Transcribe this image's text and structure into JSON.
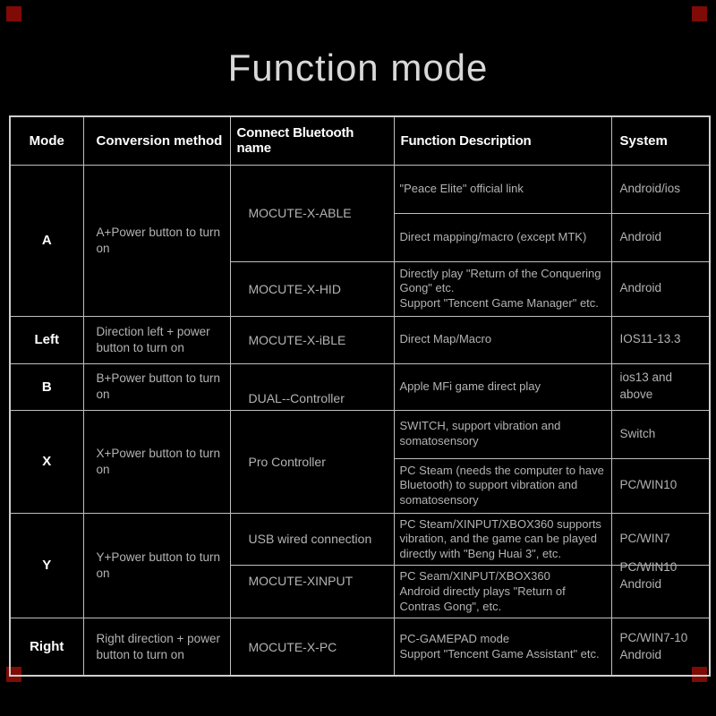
{
  "title": "Function mode",
  "colors": {
    "background": "#000000",
    "table_border": "#cfcfcf",
    "header_text": "#ffffff",
    "cell_text": "#b3b3b3",
    "corner_marker": "#7e0b06"
  },
  "table": {
    "headers": [
      "Mode",
      "Conversion method",
      "Connect Bluetooth name",
      "Function Description",
      "System"
    ],
    "groups": [
      {
        "mode": "A",
        "conversion": "A+Power button to turn on",
        "bluetooth": [
          "MOCUTE-X-ABLE",
          "MOCUTE-X-HID"
        ],
        "rows": [
          {
            "description": "\"Peace Elite\" official link",
            "system": "Android/ios"
          },
          {
            "description": "Direct mapping/macro (except MTK)",
            "system": "Android"
          },
          {
            "description": "Directly play \"Return of the Conquering Gong\" etc.\nSupport \"Tencent Game Manager\" etc.",
            "system": "Android"
          }
        ]
      },
      {
        "mode": "Left",
        "conversion": "Direction left + power button to turn on",
        "bluetooth": [
          "MOCUTE-X-iBLE"
        ],
        "rows": [
          {
            "description": "Direct Map/Macro",
            "system": "IOS11-13.3"
          }
        ]
      },
      {
        "mode": "B",
        "conversion": "B+Power button to turn on",
        "bluetooth": [
          "DUAL--Controller"
        ],
        "rows": [
          {
            "description": "Apple MFi game direct play",
            "system": "ios13 and above"
          }
        ]
      },
      {
        "mode": "X",
        "conversion": "X+Power button to turn on",
        "bluetooth": [
          "Pro Controller"
        ],
        "rows": [
          {
            "description": "SWITCH, support vibration and somatosensory",
            "system": "Switch"
          },
          {
            "description": "PC Steam (needs the computer to have Bluetooth) to support vibration and somatosensory",
            "system": "PC/WIN10"
          }
        ]
      },
      {
        "mode": "Y",
        "conversion": "Y+Power button to turn on",
        "bluetooth": [
          "USB wired connection",
          "MOCUTE-XINPUT"
        ],
        "rows": [
          {
            "description": "PC Steam/XINPUT/XBOX360 supports vibration, and the game can be played directly with \"Beng Huai 3\", etc.",
            "system": "PC/WIN7"
          },
          {
            "description": "PC Seam/XINPUT/XBOX360\nAndroid directly plays \"Return of Contras Gong\", etc.",
            "system": "PC/WIN10\nAndroid"
          }
        ]
      },
      {
        "mode": "Right",
        "conversion": "Right direction + power button to turn on",
        "bluetooth": [
          "MOCUTE-X-PC"
        ],
        "rows": [
          {
            "description": "PC-GAMEPAD mode\nSupport \"Tencent Game Assistant\" etc.",
            "system": "PC/WIN7-10\nAndroid"
          }
        ]
      }
    ]
  }
}
